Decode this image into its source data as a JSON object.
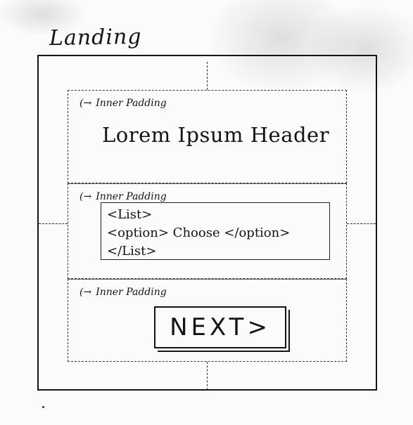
{
  "page_title": "Landing",
  "padding_note": "Inner Padding",
  "arrow_glyph": "(→",
  "header": {
    "text": "Lorem Ipsum Header"
  },
  "list": {
    "open_tag": "<List>",
    "option_line": "<option> Choose </option>",
    "close_tag": "</List>"
  },
  "button": {
    "label": "NEXT>"
  }
}
